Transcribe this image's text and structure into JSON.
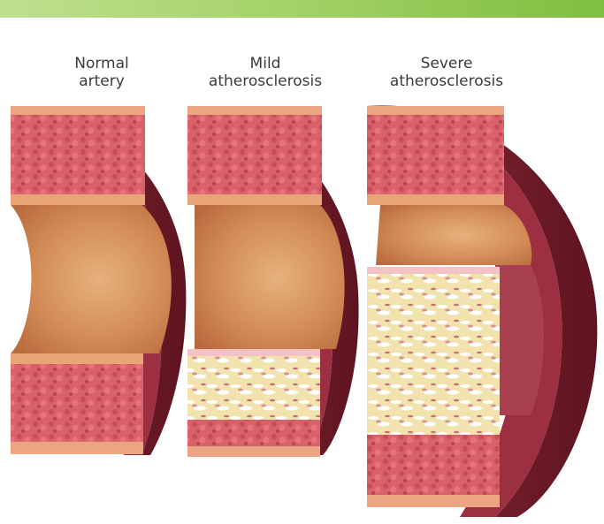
{
  "labels": {
    "normal": "Normal\nartery",
    "mild": "Mild\natherosclerosis",
    "severe": "Severe\natherosclerosis"
  },
  "colors": {
    "header_band": "#a6d36a",
    "wall_tissue": "#d8616a",
    "wall_dark": "#7e1f2c",
    "lumen": "#d9955e",
    "plaque": "#f0dfa8"
  }
}
